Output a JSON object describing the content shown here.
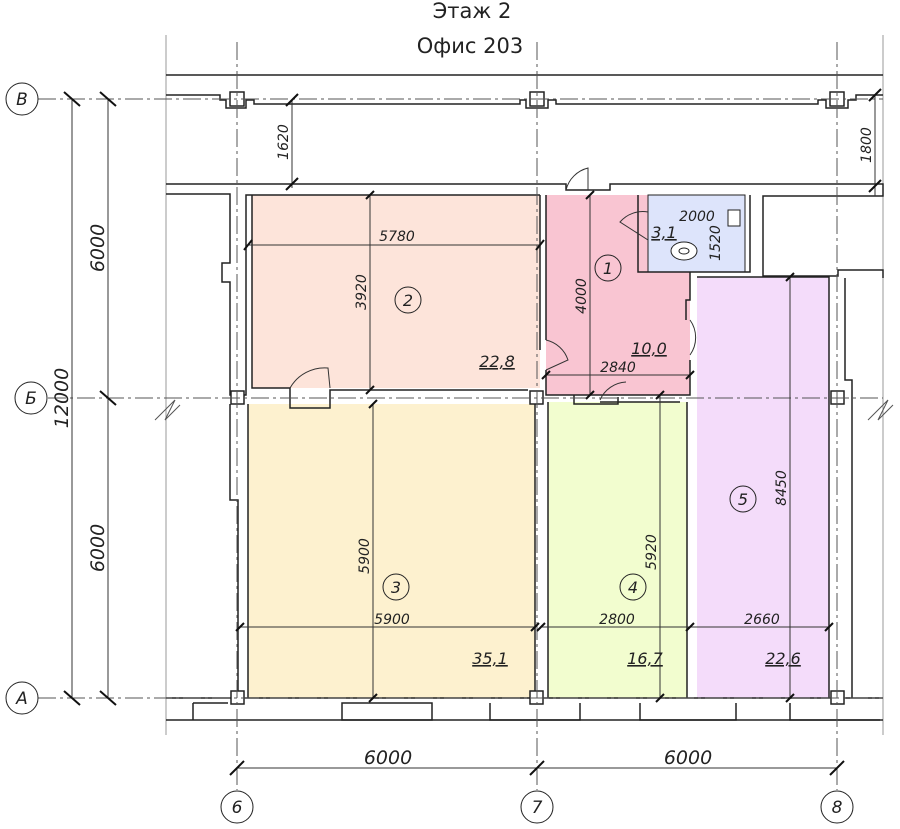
{
  "header": {
    "floor": "Этаж 2",
    "office": "Офис 203"
  },
  "axes": {
    "rows": [
      "В",
      "Б",
      "А"
    ],
    "cols": [
      "6",
      "7",
      "8"
    ]
  },
  "dimensions": {
    "left_top": "6000",
    "left_bottom": "6000",
    "left_total": "12000",
    "bottom_left": "6000",
    "bottom_right": "6000",
    "corridor_left": "1620",
    "corridor_right": "1800"
  },
  "rooms": [
    {
      "num": "1",
      "area": "10,0",
      "dim_w": "2840",
      "dim_h": "4000",
      "color": "#f9c5d2"
    },
    {
      "num": "2",
      "area": "22,8",
      "dim_w": "5780",
      "dim_h": "3920",
      "color": "#fde4da"
    },
    {
      "num": "3",
      "area": "35,1",
      "dim_w": "5900",
      "dim_h": "5900",
      "color": "#fdf1cf"
    },
    {
      "num": "4",
      "area": "16,7",
      "dim_w": "2800",
      "dim_h": "5920",
      "color": "#f2fdcf"
    },
    {
      "num": "5",
      "area": "22,6",
      "dim_w": "2660",
      "dim_h": "8450",
      "color": "#f4dcfa"
    },
    {
      "num": "",
      "area": "3,1",
      "dim_w": "2000",
      "dim_h": "1520",
      "color": "#dde4fb"
    }
  ],
  "colors": {
    "line": "#222222",
    "background": "#ffffff"
  }
}
